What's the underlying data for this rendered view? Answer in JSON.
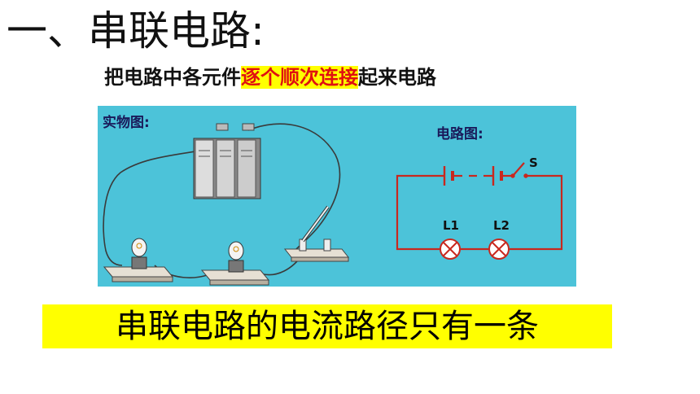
{
  "slide": {
    "title": "一、串联电路:",
    "subtitle": {
      "before": "把电路中各元件",
      "highlight": "逐个顺次连接",
      "after": "起来电路"
    },
    "figure": {
      "left_label": "实物图:",
      "right_label": "电路图:",
      "switch_label": "S",
      "lamp1_label": "L1",
      "lamp2_label": "L2"
    },
    "banner": "串联电路的电流路径只有一条"
  },
  "colors": {
    "panel_bg": "#4cc3d9",
    "circuit_red": "#c8281e",
    "highlight_yellow": "#ffff00",
    "highlight_text": "#e01010"
  }
}
